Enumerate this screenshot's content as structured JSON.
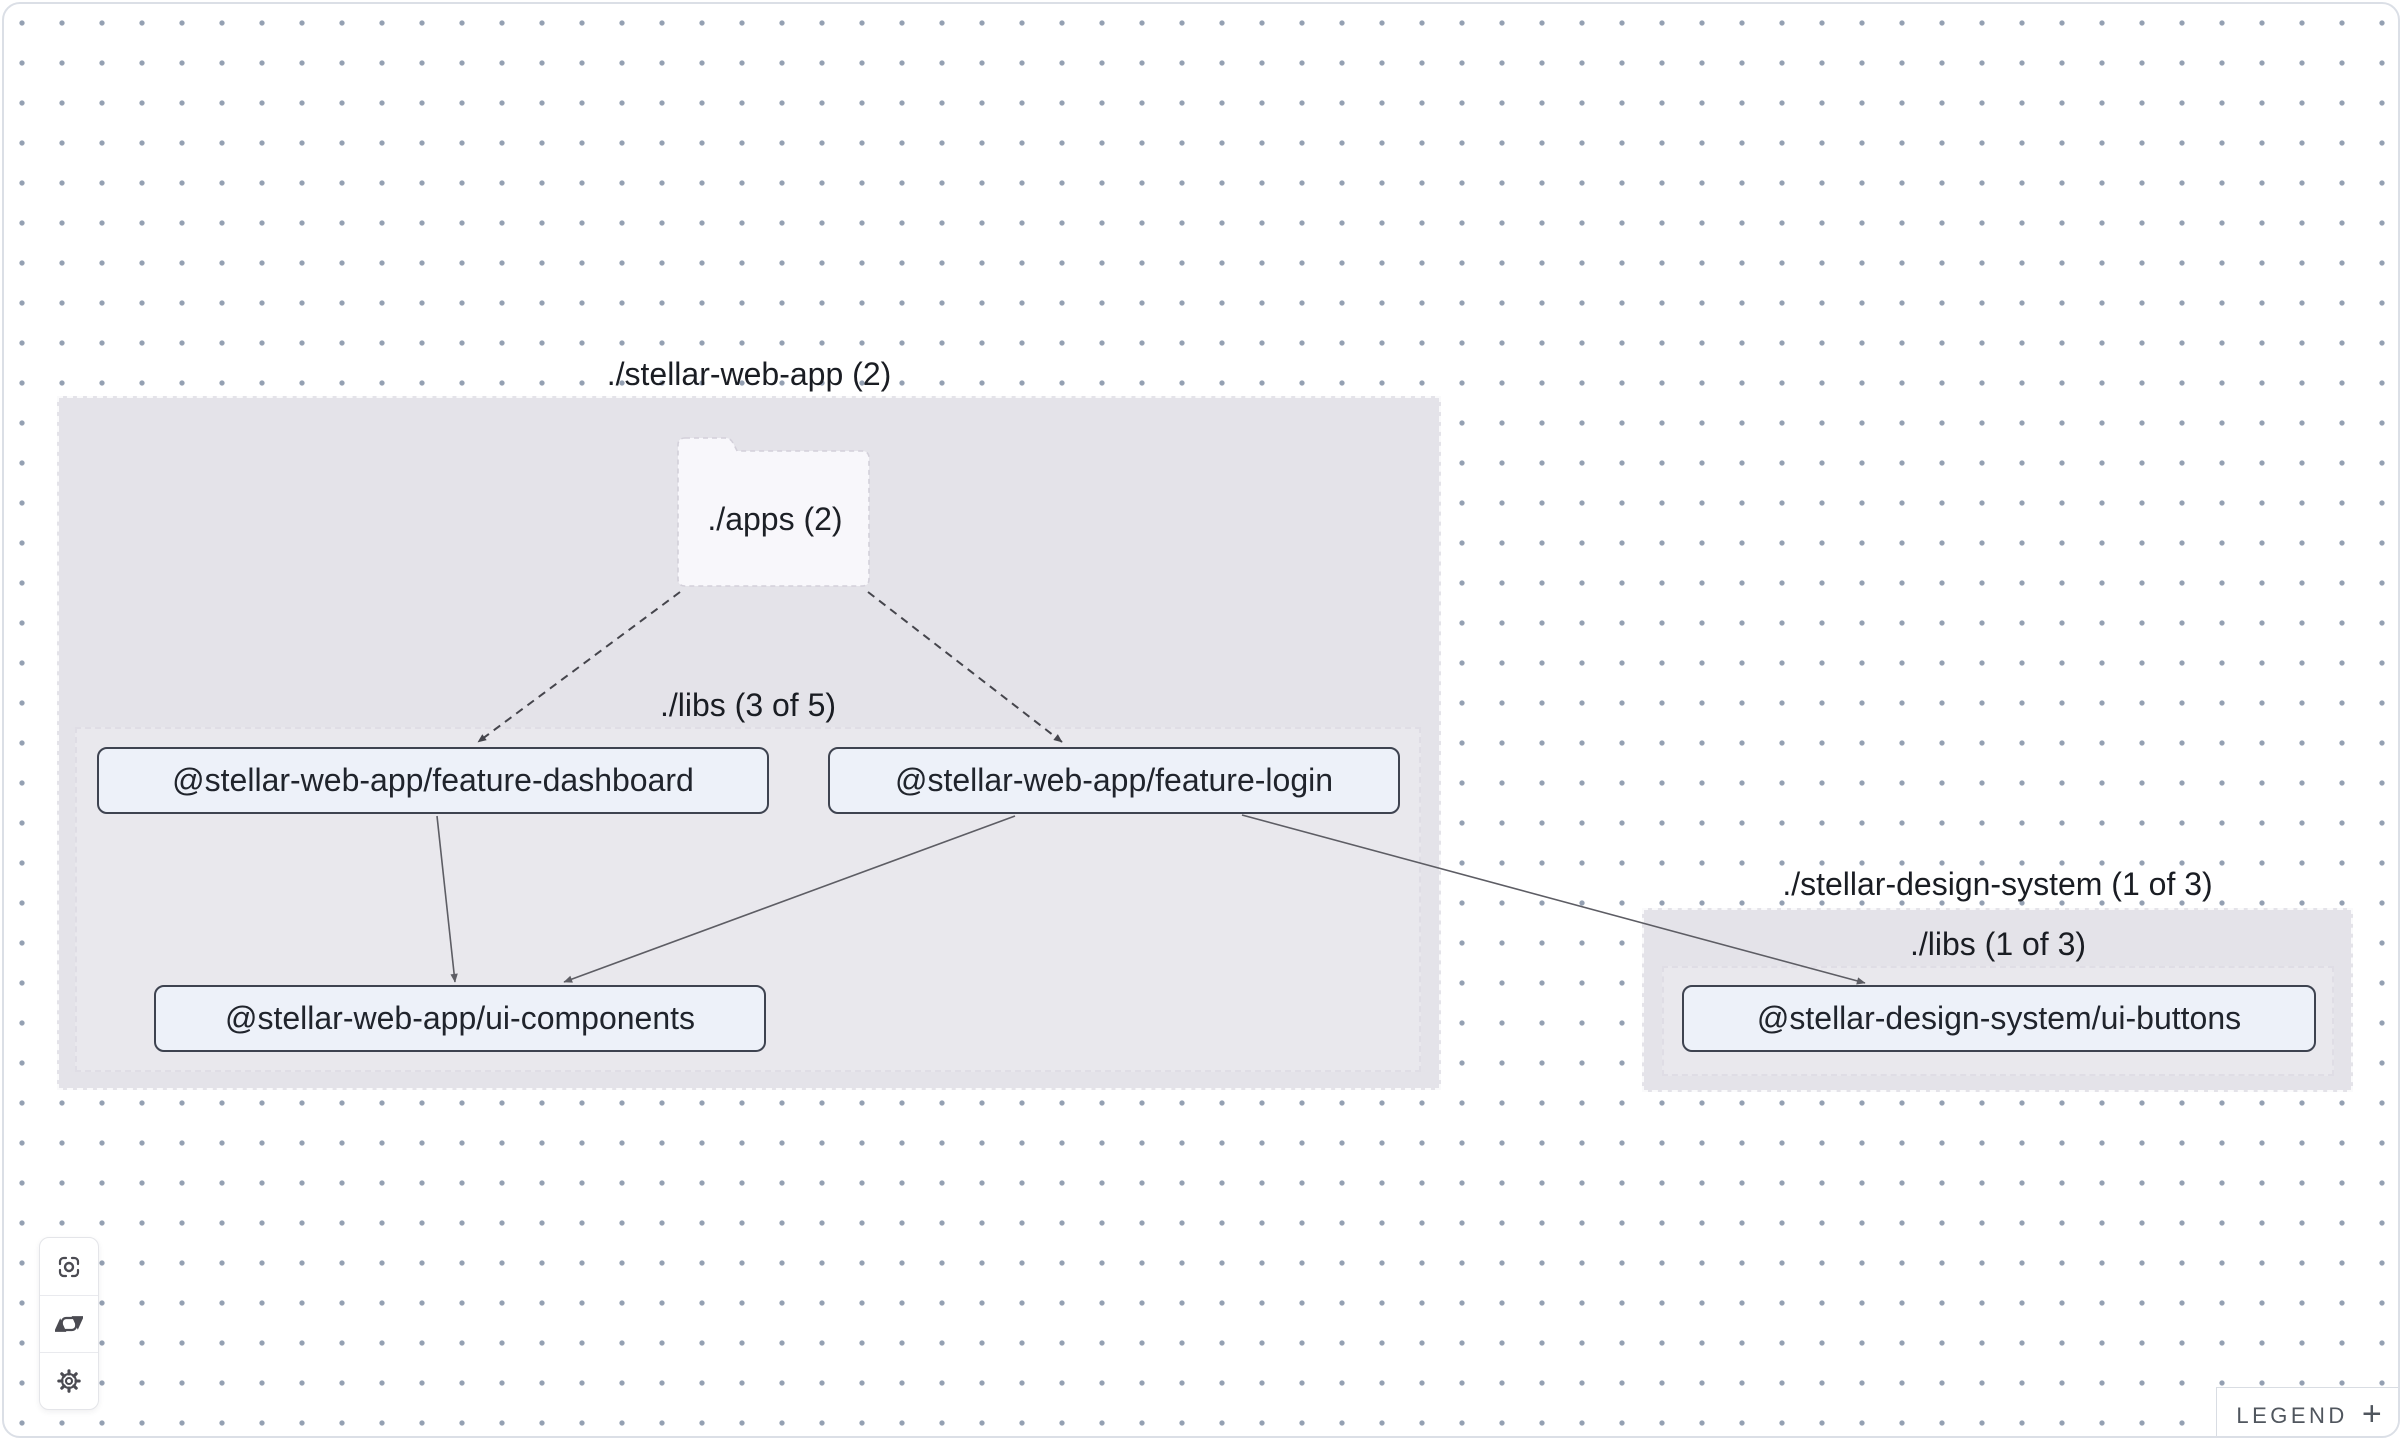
{
  "app": {
    "name": "project dependency graph"
  },
  "palette": {
    "canvas_background": "#ffffff",
    "dot_grid": "#94a0b2",
    "frame_border": "#dbdfe6",
    "group_fill": "#e4e3e9",
    "subgroup_border": "#dfdde5",
    "node_fill": "#edf1f9",
    "node_border": "#3e4350",
    "node_text": "#20242c",
    "edge_dashed": "#45454c",
    "edge_solid": "#5d5d64",
    "icon_stroke": "#4b4b52",
    "legend_text": "#50565e"
  },
  "graph": {
    "groups": [
      {
        "id": "stellar-web-app",
        "label": "./stellar-web-app (2)"
      },
      {
        "id": "stellar-web-app-libs",
        "label": "./libs (3 of 5)"
      },
      {
        "id": "stellar-design-system",
        "label": "./stellar-design-system (1 of 3)"
      },
      {
        "id": "stellar-design-system-libs",
        "label": "./libs (1 of 3)"
      }
    ],
    "folder_node": {
      "id": "apps",
      "label": "./apps (2)"
    },
    "nodes": [
      {
        "id": "feature-dashboard",
        "label": "@stellar-web-app/feature-dashboard"
      },
      {
        "id": "feature-login",
        "label": "@stellar-web-app/feature-login"
      },
      {
        "id": "ui-components",
        "label": "@stellar-web-app/ui-components"
      },
      {
        "id": "ui-buttons",
        "label": "@stellar-design-system/ui-buttons"
      }
    ],
    "edges": [
      {
        "id": "apps--feature-dashboard",
        "source": "./apps",
        "target": "@stellar-web-app/feature-dashboard",
        "style": "dashed",
        "points": [
          676,
          588,
          474,
          738
        ]
      },
      {
        "id": "apps--feature-login",
        "source": "./apps",
        "target": "@stellar-web-app/feature-login",
        "style": "dashed",
        "points": [
          864,
          588,
          1058,
          738
        ]
      },
      {
        "id": "feature-dashboard--ui-components",
        "source": "@stellar-web-app/feature-dashboard",
        "target": "@stellar-web-app/ui-components",
        "style": "solid",
        "points": [
          433,
          812,
          451,
          978
        ]
      },
      {
        "id": "feature-login--ui-components",
        "source": "@stellar-web-app/feature-login",
        "target": "@stellar-web-app/ui-components",
        "style": "solid",
        "points": [
          1011,
          812,
          560,
          978
        ]
      },
      {
        "id": "feature-login--ui-buttons",
        "source": "@stellar-web-app/feature-login",
        "target": "@stellar-design-system/ui-buttons",
        "style": "solid",
        "points": [
          1238,
          811,
          1861,
          979
        ]
      }
    ]
  },
  "controls": {
    "buttons": [
      {
        "id": "focus",
        "icon": "scan-focus-icon"
      },
      {
        "id": "reset-layout",
        "icon": "refresh-icon"
      },
      {
        "id": "settings",
        "icon": "gear-icon"
      }
    ]
  },
  "legend": {
    "label": "LEGEND",
    "toggle_icon": "+"
  }
}
